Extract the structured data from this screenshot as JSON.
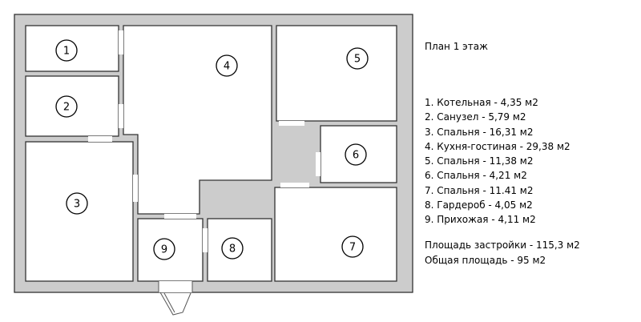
{
  "plan": {
    "title": "План 1 этаж",
    "rooms": [
      {
        "number": "1",
        "label": "1. Котельная - 4,35 м2"
      },
      {
        "number": "2",
        "label": "2. Санузел - 5,79 м2"
      },
      {
        "number": "3",
        "label": "3. Спальня - 16,31 м2"
      },
      {
        "number": "4",
        "label": "4. Кухня-гостиная - 29,38 м2"
      },
      {
        "number": "5",
        "label": "5. Спальня - 11,38 м2"
      },
      {
        "number": "6",
        "label": "6. Спальня - 4,21 м2"
      },
      {
        "number": "7",
        "label": "7. Спальня - 11.41 м2"
      },
      {
        "number": "8",
        "label": "8. Гардероб - 4,05 м2"
      },
      {
        "number": "9",
        "label": "9. Прихожая - 4,11 м2"
      }
    ],
    "totals": {
      "built_area": "Площадь застройки - 115,3 м2",
      "total_area": "Общая площадь - 95 м2"
    },
    "colors": {
      "wall": "#cccccc",
      "outline": "#333333",
      "room": "#ffffff"
    }
  }
}
